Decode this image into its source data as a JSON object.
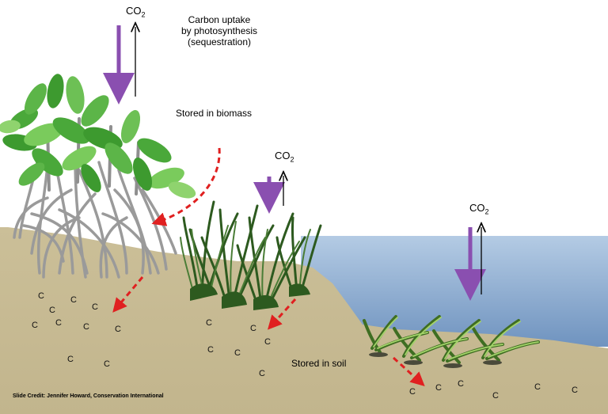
{
  "labels": {
    "co2_main": "CO",
    "co2_sub": "2",
    "carbon_uptake_line1": "Carbon uptake",
    "carbon_uptake_line2": "by photosynthesis",
    "carbon_uptake_line3": "(sequestration)",
    "stored_biomass": "Stored in biomass",
    "stored_soil": "Stored in soil",
    "carbon_symbol": "C",
    "credit": "Slide Credit: Jennifer Howard, Conservation International"
  },
  "colors": {
    "soil": "#c8bc96",
    "water_top": "#b4cbe4",
    "water_bottom": "#6f93bf",
    "uptake_arrow": "#8a4fb0",
    "release_arrow": "#000000",
    "storage_arrow": "#e02020",
    "mangrove_leaf": "#4aa83a",
    "mangrove_root": "#9a9a9a",
    "marsh_grass": "#2d5a1f",
    "seagrass": "#7bb04a"
  },
  "icons": [
    "mangrove-tree",
    "marsh-grass",
    "seagrass",
    "uptake-arrow",
    "release-arrow",
    "storage-arrow"
  ]
}
